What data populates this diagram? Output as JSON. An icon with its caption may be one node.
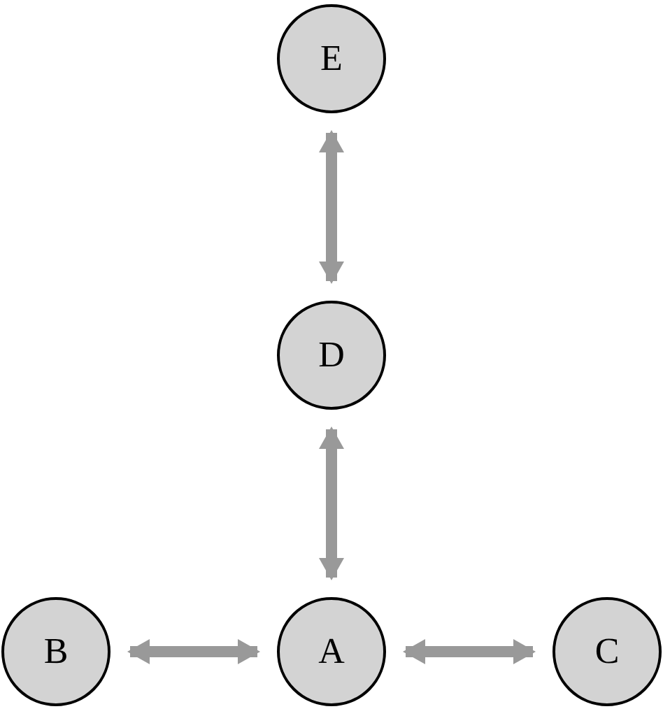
{
  "diagram": {
    "nodes": [
      {
        "text": [
          "E"
        ]
      },
      {
        "text": [
          "D"
        ]
      },
      {
        "text": [
          "B"
        ]
      },
      {
        "text": [
          "A"
        ]
      },
      {
        "text": [
          "C"
        ]
      }
    ],
    "edges": [
      {
        "from": 0,
        "to": 1,
        "arrow": "both"
      },
      {
        "from": 1,
        "to": 3,
        "arrow": "both"
      },
      {
        "from": 2,
        "to": 3,
        "arrow": "both"
      },
      {
        "from": 3,
        "to": 4,
        "arrow": "both"
      }
    ]
  }
}
